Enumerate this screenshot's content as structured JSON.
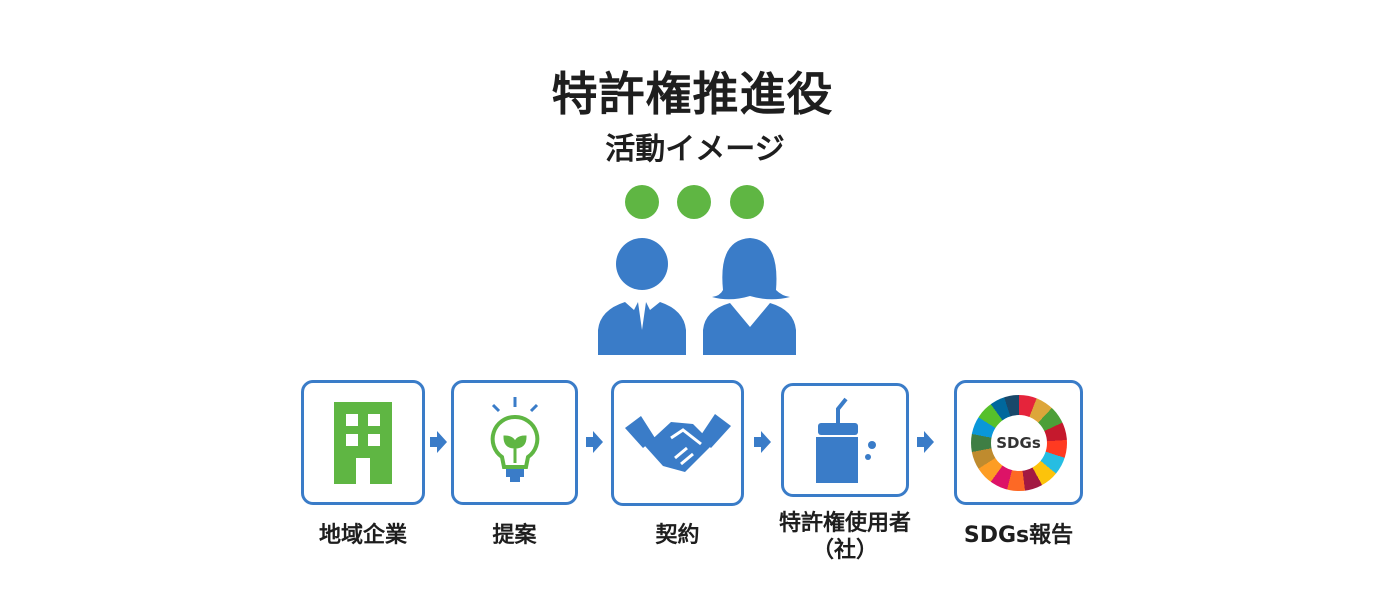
{
  "title": "特許権推進役",
  "subtitle": "活動イメージ",
  "colors": {
    "blue": "#3a7cc8",
    "green": "#5fb643"
  },
  "steps": [
    {
      "label": "地域企業",
      "icon": "building-icon"
    },
    {
      "label": "提案",
      "icon": "lightbulb-sprout-icon"
    },
    {
      "label": "契約",
      "icon": "handshake-icon"
    },
    {
      "label": "特許権使用者",
      "label2": "（社）",
      "icon": "drink-cup-icon"
    },
    {
      "label": "SDGs報告",
      "icon": "sdgs-wheel-icon",
      "wheel_text": "SDGs"
    }
  ]
}
